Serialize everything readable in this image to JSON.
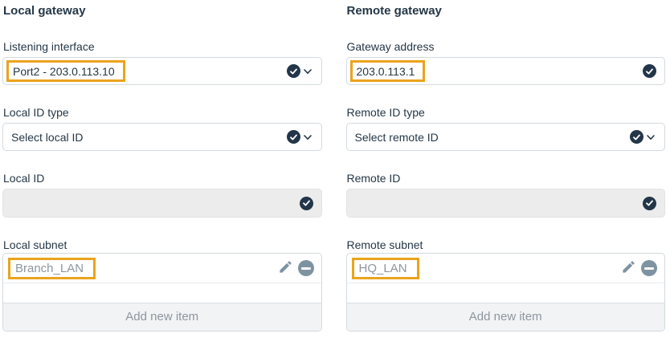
{
  "colors": {
    "text": "#253746",
    "muted_text": "#8d969e",
    "field_border": "#d3dade",
    "disabled_field_bg": "#ececec",
    "footer_bg": "#f2f3f5",
    "icon_navy": "#233649",
    "icon_slate": "#7e93a1",
    "annotation_highlight": "#eba31d"
  },
  "icons": {
    "check_circle": "check-circle",
    "chevron_down": "chevron-down",
    "pencil": "edit-pencil",
    "minus_circle": "remove-minus-circle"
  },
  "local_gateway": {
    "heading": "Local gateway",
    "listening_interface": {
      "label": "Listening interface",
      "value": "Port2 - 203.0.113.10"
    },
    "local_id_type": {
      "label": "Local ID type",
      "value": "Select local ID"
    },
    "local_id": {
      "label": "Local ID",
      "value": ""
    },
    "local_subnet": {
      "label": "Local subnet",
      "items": [
        "Branch_LAN"
      ],
      "add_label": "Add new item"
    }
  },
  "remote_gateway": {
    "heading": "Remote gateway",
    "gateway_address": {
      "label": "Gateway address",
      "value": "203.0.113.1"
    },
    "remote_id_type": {
      "label": "Remote ID type",
      "value": "Select remote ID"
    },
    "remote_id": {
      "label": "Remote ID",
      "value": ""
    },
    "remote_subnet": {
      "label": "Remote subnet",
      "items": [
        "HQ_LAN"
      ],
      "add_label": "Add new item"
    }
  }
}
